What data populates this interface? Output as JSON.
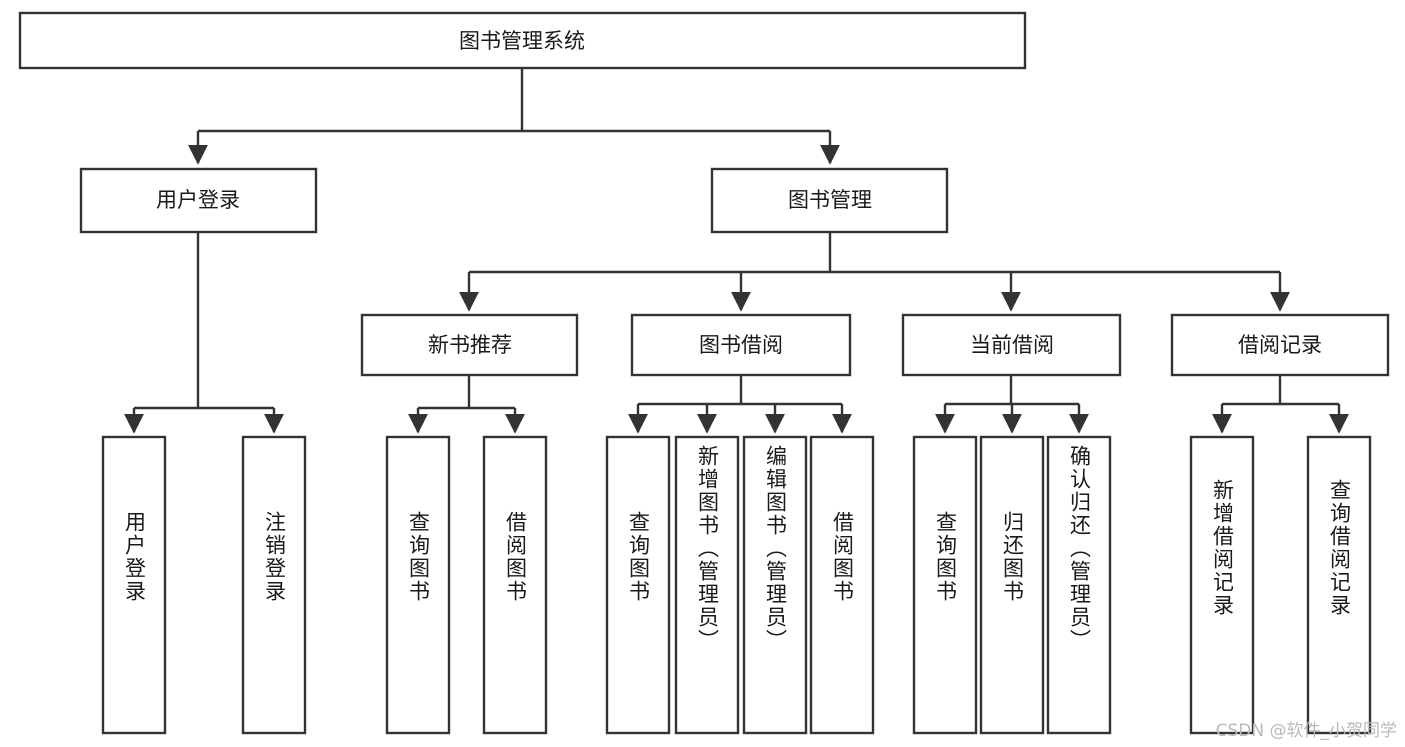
{
  "diagram": {
    "type": "tree",
    "title_node": "图书管理系统",
    "watermark": "CSDN @软件_小贺同学",
    "colors": {
      "box_stroke": "#333333",
      "box_fill": "#ffffff",
      "text": "#1a1a1a",
      "watermark": "#b9b9b9",
      "background": "#ffffff"
    },
    "levels": {
      "root": {
        "label": "图书管理系统"
      },
      "level2": [
        {
          "label": "用户登录"
        },
        {
          "label": "图书管理"
        }
      ],
      "level3": [
        {
          "label": "新书推荐",
          "parent": "图书管理"
        },
        {
          "label": "图书借阅",
          "parent": "图书管理"
        },
        {
          "label": "当前借阅",
          "parent": "图书管理"
        },
        {
          "label": "借阅记录",
          "parent": "图书管理"
        }
      ],
      "leaves": [
        {
          "label": "用户登录",
          "parent": "用户登录"
        },
        {
          "label": "注销登录",
          "parent": "用户登录"
        },
        {
          "label": "查询图书",
          "parent": "新书推荐"
        },
        {
          "label": "借阅图书",
          "parent": "新书推荐"
        },
        {
          "label": "查询图书",
          "parent": "图书借阅"
        },
        {
          "label": "新增图书（管理员）",
          "parent": "图书借阅"
        },
        {
          "label": "编辑图书（管理员）",
          "parent": "图书借阅"
        },
        {
          "label": "借阅图书",
          "parent": "图书借阅"
        },
        {
          "label": "查询图书",
          "parent": "当前借阅"
        },
        {
          "label": "归还图书",
          "parent": "当前借阅"
        },
        {
          "label": "确认归还（管理员）",
          "parent": "当前借阅"
        },
        {
          "label": "新增借阅记录",
          "parent": "借阅记录"
        },
        {
          "label": "查询借阅记录",
          "parent": "借阅记录"
        }
      ]
    }
  }
}
